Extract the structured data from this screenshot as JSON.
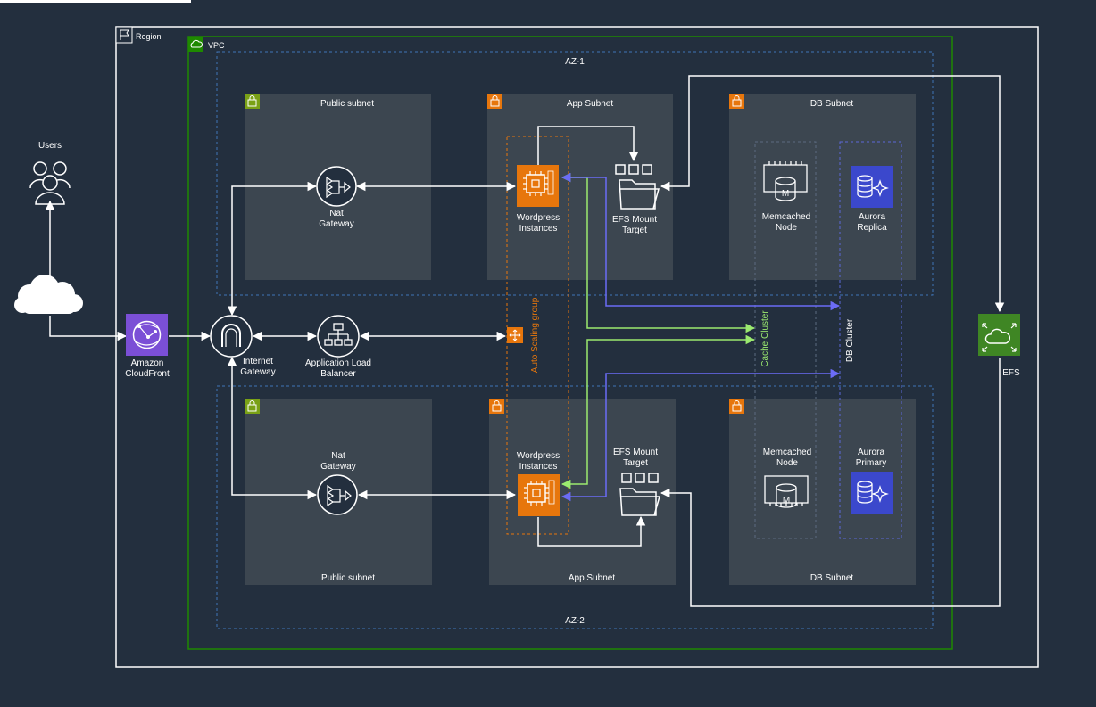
{
  "containers": {
    "region": "Region",
    "vpc": "VPC",
    "az1": "AZ-1",
    "az2": "AZ-2",
    "public_subnet_top": "Public subnet",
    "app_subnet_top": "App Subnet",
    "db_subnet_top": "DB Subnet",
    "public_subnet_bottom": "Public subnet",
    "app_subnet_bottom": "App Subnet",
    "db_subnet_bottom": "DB Subnet",
    "auto_scaling_group": "Auto Scaling group",
    "cache_cluster": "Cache Cluster",
    "db_cluster": "DB Cluster"
  },
  "nodes": {
    "users": "Users",
    "cloudfront": "Amazon\nCloudFront",
    "internet_gateway": "Internet\nGateway",
    "alb": "Application Load\nBalancer",
    "nat_top": "Nat\nGateway",
    "nat_bottom": "Nat\nGateway",
    "wp_top": "Wordpress\nInstances",
    "wp_bottom": "Wordpress\nInstances",
    "efs_mount_top": "EFS Mount\nTarget",
    "efs_mount_bottom": "EFS Mount\nTarget",
    "memcached_top": "Memcached\nNode",
    "memcached_bottom": "Memcached\nNode",
    "aurora_replica": "Aurora\nReplica",
    "aurora_primary": "Aurora\nPrimary",
    "efs": "EFS"
  },
  "colors": {
    "background": "#232f3e",
    "region_border": "#ffffff",
    "vpc_border": "#1e8900",
    "az_border": "#3f74b8",
    "subnet_fill": "#3c4650",
    "public_badge": "#7aa116",
    "private_badge": "#e7760c",
    "asg_border": "#e7760c",
    "cache_border": "#5b6b80",
    "db_cluster_border": "#5b68d8",
    "ec2": "#e7760c",
    "purple": "#7b4fd6",
    "rds": "#3b48cc",
    "efs_green": "#3f8624",
    "arrow_white": "#ffffff",
    "arrow_green": "#9bea6f",
    "arrow_blue": "#6b6cf6"
  },
  "icons": [
    "flag-icon",
    "vpc-cloud-icon",
    "lock-icon",
    "users-icon",
    "cloud-icon",
    "cloudfront-icon",
    "internet-gateway-icon",
    "nat-gateway-icon",
    "load-balancer-icon",
    "ec2-instance-icon",
    "efs-mount-target-icon",
    "memcached-icon",
    "aurora-icon",
    "efs-icon",
    "auto-scaling-icon"
  ]
}
